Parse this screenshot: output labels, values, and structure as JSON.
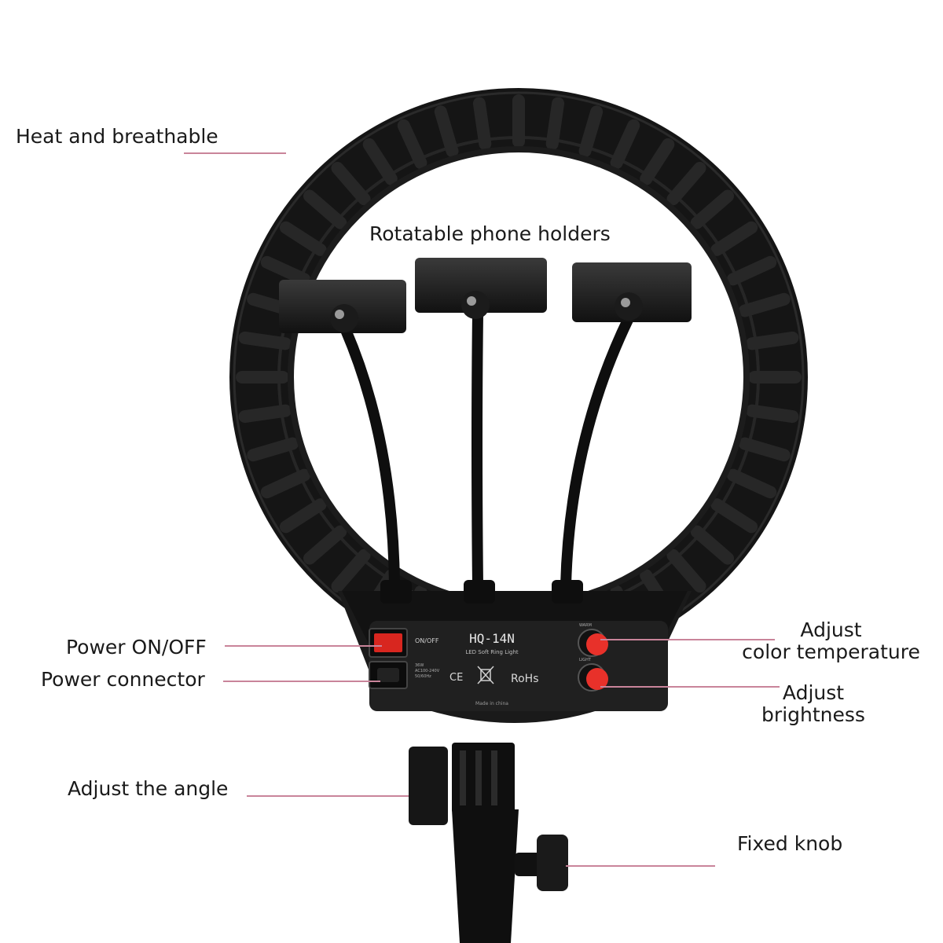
{
  "labels": {
    "heat": "Heat and breathable",
    "phone_holders": "Rotatable phone holders",
    "power_switch": "Power ON/OFF",
    "power_connector": "Power connector",
    "color_temp_line1": "Adjust",
    "color_temp_line2": "color temperature",
    "brightness_line1": "Adjust",
    "brightness_line2": "brightness",
    "angle": "Adjust the angle",
    "fixed_knob": "Fixed knob"
  },
  "panel": {
    "model": "HQ-14N",
    "subtitle": "LED Soft Ring Light",
    "switch_label": "ON/OFF",
    "power_spec_1": "36W",
    "power_spec_2": "AC100-240V",
    "power_spec_3": "50/60Hz",
    "ce_mark": "CE",
    "rohs": "RoHs",
    "made_in": "Made in china",
    "knob1_label": "WARM",
    "knob2_label": "LIGHT"
  },
  "colors": {
    "leader_line": "#c9849a",
    "device_body": "#141414",
    "knob_red": "#e8312a",
    "switch_red": "#d8261f"
  }
}
